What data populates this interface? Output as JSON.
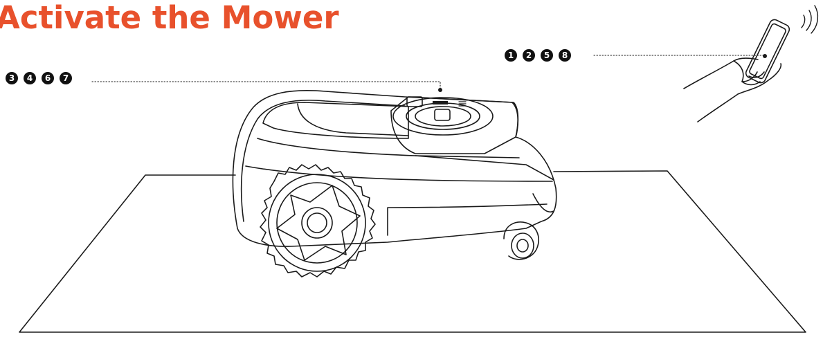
{
  "title": {
    "text": "Activate the Mower",
    "color": "#e8512c"
  },
  "callouts": {
    "mower": [
      "3",
      "4",
      "6",
      "7"
    ],
    "phone": [
      "1",
      "2",
      "5",
      "8"
    ]
  },
  "colors": {
    "ink": "#1a1a1a",
    "accent": "#e8512c"
  },
  "icons": [
    "robot-mower-icon",
    "smartphone-icon",
    "wireless-signal-icon",
    "hand-icon"
  ]
}
